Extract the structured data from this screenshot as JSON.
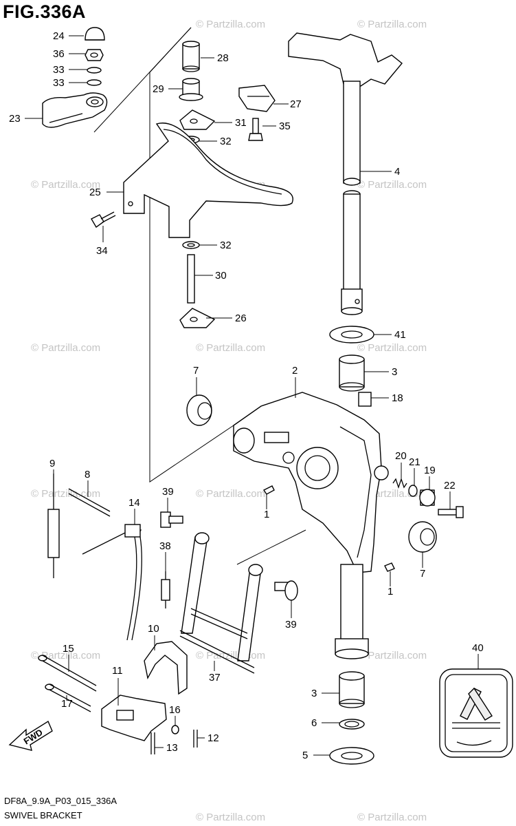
{
  "figure": {
    "title": "FIG.336A",
    "code": "DF8A_9.9A_P03_015_336A",
    "name": "SWIVEL BRACKET"
  },
  "watermark": "© Partzilla.com",
  "fwd_label": "FWD",
  "part_numbers": [
    "24",
    "36",
    "33",
    "33",
    "23",
    "28",
    "29",
    "27",
    "31",
    "35",
    "32",
    "25",
    "34",
    "32",
    "30",
    "26",
    "4",
    "41",
    "3",
    "18",
    "7",
    "2",
    "9",
    "8",
    "14",
    "39",
    "38",
    "20",
    "21",
    "19",
    "22",
    "1",
    "1",
    "7",
    "39",
    "10",
    "37",
    "15",
    "11",
    "17",
    "16",
    "12",
    "13",
    "40",
    "3",
    "6",
    "5"
  ]
}
